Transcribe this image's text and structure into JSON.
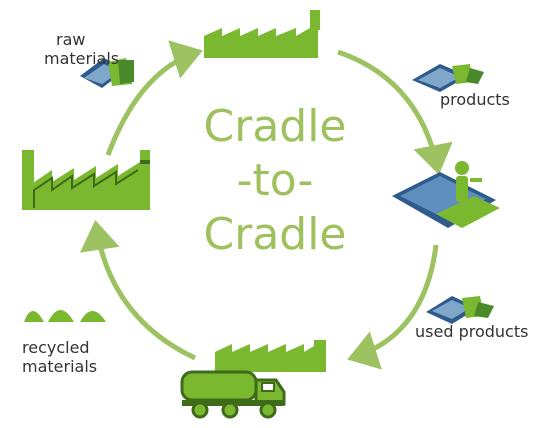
{
  "title_lines": [
    "Cradle",
    "-to-",
    "Cradle"
  ],
  "labels": {
    "raw_materials": [
      "raw",
      "materials"
    ],
    "products": "products",
    "used_products": "used products",
    "recycled_materials": [
      "recycled",
      "materials"
    ]
  },
  "colors": {
    "arrow": "#9dc262",
    "factory": "#7ab830",
    "factory_dark": "#3e6b1a",
    "blue": "#2f5a8c",
    "blue_light": "#7ea7c9",
    "text": "#333333"
  },
  "icons": [
    "factory-icon",
    "solar-panel-icon",
    "product-panel-icon",
    "person-on-panel-icon",
    "recycling-truck-icon",
    "recycled-piles-icon"
  ]
}
